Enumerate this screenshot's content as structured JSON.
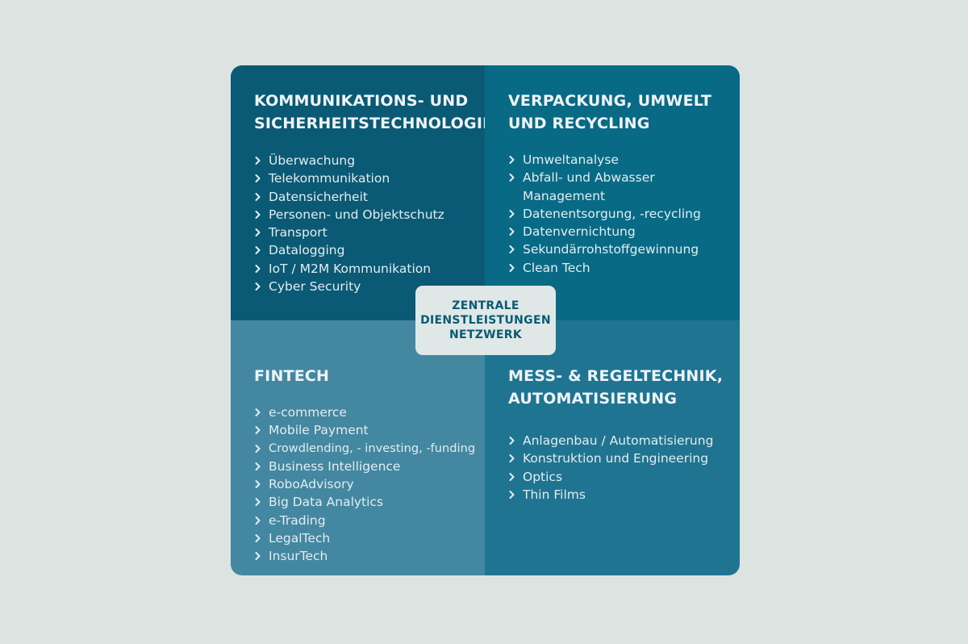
{
  "center": {
    "lines": [
      "ZENTRALE",
      "DIENSTLEISTUNGEN",
      "NETZWERK"
    ]
  },
  "quadrants": [
    {
      "title_lines": [
        "KOMMUNIKATIONS- UND",
        "SICHERHEITSTECHNOLOGIE"
      ],
      "items": [
        "Überwachung",
        "Telekommunikation",
        "Datensicherheit",
        "Personen- und Objektschutz",
        "Transport",
        "Datalogging",
        "IoT / M2M Kommunikation",
        "Cyber Security"
      ]
    },
    {
      "title_lines": [
        "VERPACKUNG, UMWELT",
        "UND RECYCLING"
      ],
      "items": [
        "Umweltanalyse",
        "Abfall- und Abwasser",
        "Management",
        "Datenentsorgung, -recycling",
        "Datenvernichtung",
        "Sekundärrohstoffgewinnung",
        "Clean Tech"
      ]
    },
    {
      "title_lines": [
        "FINTECH"
      ],
      "items": [
        "e-commerce",
        "Mobile Payment",
        "Crowdlending, - investing, -funding",
        "Business Intelligence",
        "RoboAdvisory",
        "Big Data Analytics",
        "e-Trading",
        "LegalTech",
        "InsurTech"
      ]
    },
    {
      "title_lines": [
        "MESS- & REGELTECHNIK,",
        "AUTOMATISIERUNG"
      ],
      "items": [
        "Anlagenbau / Automatisierung",
        "Konstruktion und Engineering",
        "Optics",
        "Thin Films"
      ]
    }
  ],
  "colors": {
    "background": "#dce4e1",
    "quadrant_top_left": "#0a5a76",
    "quadrant_top_right": "#096a86",
    "quadrant_bottom_left": "#4388a0",
    "quadrant_bottom_right": "#1f7591",
    "center_box": "#dfe8e6",
    "center_text": "#0b5a74"
  },
  "icons": {
    "bullet": "chevron-right-icon"
  }
}
